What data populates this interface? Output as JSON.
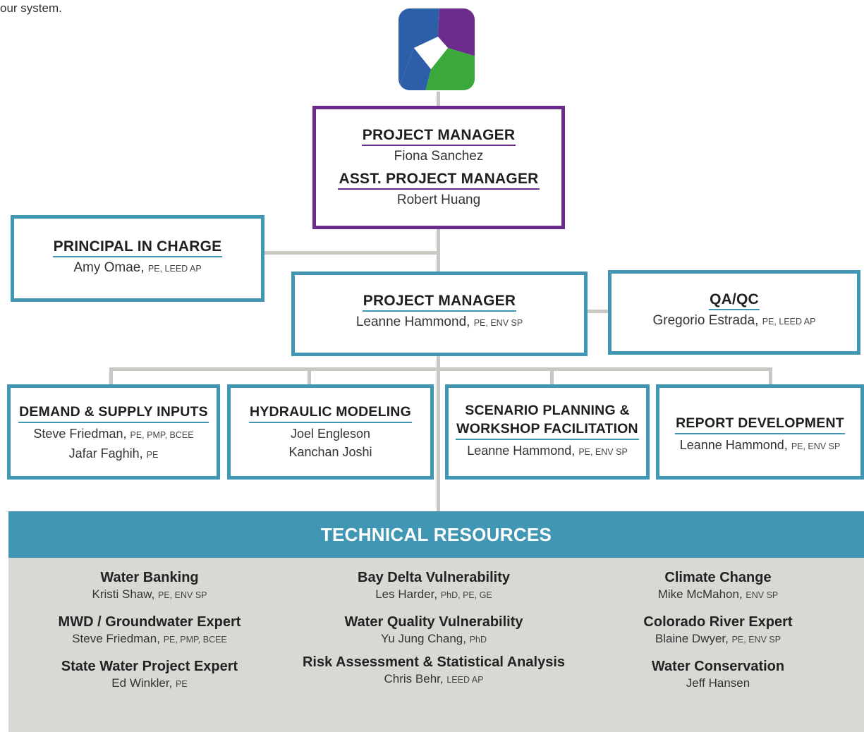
{
  "intro_text": "our system.",
  "logo": {
    "icon": "shutter-aperture-logo",
    "colors": [
      "#2c5fa8",
      "#6c2c8c",
      "#3aa83a"
    ]
  },
  "colors": {
    "teal": "#4196b4",
    "purple": "#6c2c8c",
    "connector": "#c9c9c3",
    "tech_body": "#d8d8d4"
  },
  "top_box": {
    "role1": "PROJECT MANAGER",
    "name1": "Fiona Sanchez",
    "role2": "ASST. PROJECT MANAGER",
    "name2": "Robert Huang"
  },
  "principal": {
    "role": "PRINCIPAL IN CHARGE",
    "name": "Amy Omae,",
    "cred": "PE, LEED AP"
  },
  "manager": {
    "role": "PROJECT MANAGER",
    "name": "Leanne Hammond,",
    "cred": "PE, ENV SP"
  },
  "qaqc": {
    "role": "QA/QC",
    "name": "Gregorio Estrada,",
    "cred": "PE, LEED AP"
  },
  "teams": {
    "demand": {
      "role": "DEMAND & SUPPLY INPUTS",
      "n1": "Steve Friedman,",
      "c1": "PE, PMP,  BCEE",
      "n2": "Jafar Faghih,",
      "c2": "PE"
    },
    "hydraulic": {
      "role": "HYDRAULIC MODELING",
      "n1": "Joel Engleson",
      "n2": "Kanchan Joshi"
    },
    "scenario": {
      "role1": "SCENARIO PLANNING &",
      "role2": "WORKSHOP FACILITATION",
      "n1": "Leanne Hammond,",
      "c1": "PE, ENV SP"
    },
    "report": {
      "role": "REPORT DEVELOPMENT",
      "n1": "Leanne Hammond,",
      "c1": "PE, ENV SP"
    }
  },
  "tech": {
    "header": "TECHNICAL RESOURCES",
    "col1": [
      {
        "title": "Water Banking",
        "name": "Kristi Shaw,",
        "cred": "PE, ENV SP"
      },
      {
        "title": "MWD / Groundwater Expert",
        "name": "Steve Friedman,",
        "cred": "PE, PMP, BCEE"
      },
      {
        "title": "State Water Project Expert",
        "name": "Ed Winkler,",
        "cred": "PE"
      }
    ],
    "col2": [
      {
        "title": "Bay Delta Vulnerability",
        "name": "Les Harder,",
        "cred": "PhD, PE, GE"
      },
      {
        "title": "Water Quality Vulnerability",
        "name": "Yu Jung Chang,",
        "cred": "PhD"
      },
      {
        "title": "Risk Assessment & Statistical Analysis",
        "name": "Chris Behr,",
        "cred": "LEED AP"
      }
    ],
    "col3": [
      {
        "title": "Climate Change",
        "name": "Mike McMahon,",
        "cred": "ENV SP"
      },
      {
        "title": "Colorado River Expert",
        "name": "Blaine Dwyer,",
        "cred": "PE, ENV SP"
      },
      {
        "title": "Water Conservation",
        "name": "Jeff Hansen",
        "cred": ""
      }
    ]
  }
}
